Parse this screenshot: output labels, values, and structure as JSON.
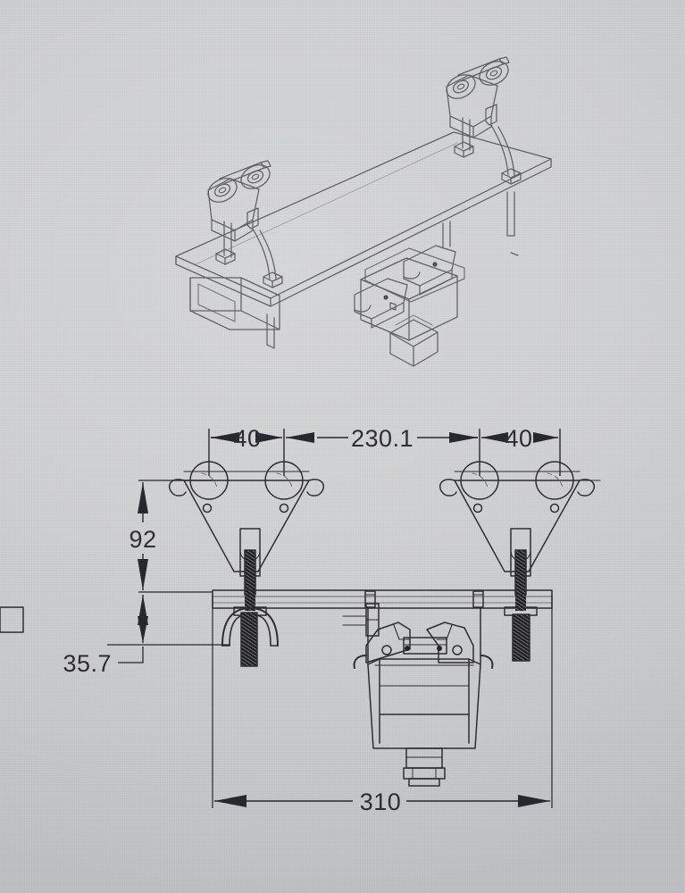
{
  "document": {
    "type": "engineering-drawing",
    "description": "Two-view mechanical drawing of a twin-roller trolley hanger assembly with flat mounting bar, U-bolts, threaded rods and a central quick-release clamp with hex nut",
    "background_color": "#cfd0d3",
    "line_color": "#2b2b2f",
    "iso_line_color": "#5d5f62"
  },
  "views": {
    "isometric": {
      "name": "isometric-assembly-view",
      "label": "",
      "components": [
        "roller-carriage-left",
        "roller-carriage-right",
        "flat-mounting-bar",
        "u-bolt-left",
        "u-bolt-right",
        "hex-nut-left",
        "hex-nut-right",
        "center-clamp-body",
        "clamp-lever-front",
        "clamp-lever-rear",
        "hex-nut-center"
      ]
    },
    "front": {
      "name": "front-elevation-view",
      "label": "",
      "components": [
        "trolley-bracket-left",
        "trolley-bracket-right",
        "wheel-left-outer",
        "wheel-left-inner",
        "wheel-right-inner",
        "wheel-right-outer",
        "flat-mounting-bar",
        "threaded-rod-left",
        "threaded-rod-right",
        "u-bolt-hook-left",
        "center-clamp-assembly",
        "clamp-hex-nut"
      ]
    }
  },
  "dimensions": {
    "horizontal_top": [
      {
        "id": "dim-40-left",
        "value": "40"
      },
      {
        "id": "dim-230-1",
        "value": "230.1"
      },
      {
        "id": "dim-40-right",
        "value": "40"
      }
    ],
    "vertical_left": [
      {
        "id": "dim-92",
        "value": "92"
      },
      {
        "id": "dim-35-7",
        "value": "35.7"
      }
    ],
    "horizontal_bottom": [
      {
        "id": "dim-310",
        "value": "310"
      }
    ]
  }
}
